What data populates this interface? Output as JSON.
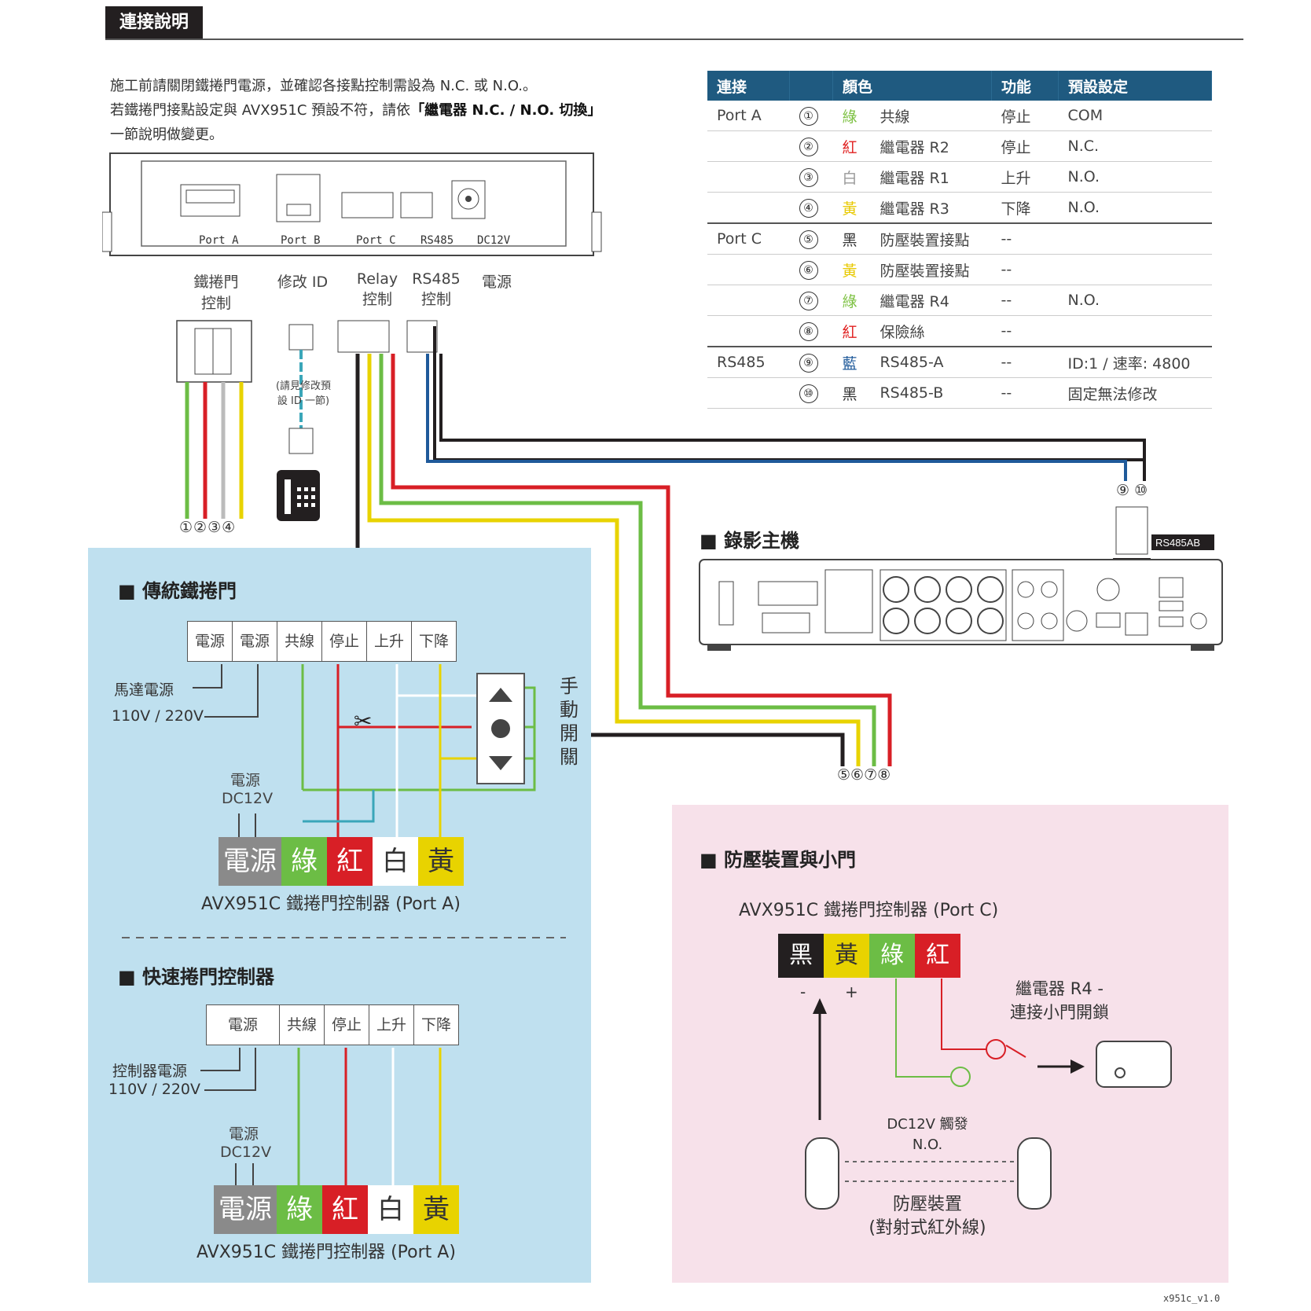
{
  "header": {
    "title": "連接說明"
  },
  "intro": {
    "line1": "施工前請關閉鐵捲門電源，並確認各接點控制需設為 N.C. 或 N.O.。",
    "line2_a": "若鐵捲門接點設定與 AVX951C 預設不符，請依",
    "line2_b": "「繼電器 N.C. / N.O. 切換」",
    "line3": "一節說明做變更。"
  },
  "device": {
    "ports": [
      "Port A",
      "Port B",
      "Port C",
      "RS485",
      "DC12V"
    ],
    "port_desc": [
      "鐵捲門\n控制",
      "修改 ID",
      "Relay\n控制",
      "RS485\n控制",
      "電源"
    ],
    "phone_note": "(請見修改預\n設 ID 一節)",
    "porta_wires": "①②③④",
    "portc_wires": "⑤⑥⑦⑧",
    "rs485_wires": "⑨ ⑩"
  },
  "table": {
    "headers": [
      "連接",
      "顏色",
      "",
      "功能",
      "預設設定"
    ],
    "rows": [
      {
        "port": "Port A",
        "num": "①",
        "color": "綠",
        "color_hex": "#7dc142",
        "func": "共線",
        "act": "停止",
        "def": "COM"
      },
      {
        "port": "",
        "num": "②",
        "color": "紅",
        "color_hex": "#e02020",
        "func": "繼電器 R2",
        "act": "停止",
        "def": "N.C."
      },
      {
        "port": "",
        "num": "③",
        "color": "白",
        "color_hex": "#999999",
        "func": "繼電器 R1",
        "act": "上升",
        "def": "N.O."
      },
      {
        "port": "",
        "num": "④",
        "color": "黃",
        "color_hex": "#e8c900",
        "func": "繼電器 R3",
        "act": "下降",
        "def": "N.O."
      },
      {
        "port": "Port C",
        "num": "⑤",
        "color": "黑",
        "color_hex": "#333333",
        "func": "防壓裝置接點",
        "act": "--",
        "def": ""
      },
      {
        "port": "",
        "num": "⑥",
        "color": "黃",
        "color_hex": "#e8c900",
        "func": "防壓裝置接點",
        "act": "--",
        "def": ""
      },
      {
        "port": "",
        "num": "⑦",
        "color": "綠",
        "color_hex": "#7dc142",
        "func": "繼電器 R4",
        "act": "--",
        "def": "N.O."
      },
      {
        "port": "",
        "num": "⑧",
        "color": "紅",
        "color_hex": "#e02020",
        "func": "保險絲",
        "act": "--",
        "def": ""
      },
      {
        "port": "RS485",
        "num": "⑨",
        "color": "藍",
        "color_hex": "#1f5a9a",
        "func": "RS485-A",
        "act": "--",
        "def": "ID:1 / 速率: 4800"
      },
      {
        "port": "",
        "num": "⑩",
        "color": "黑",
        "color_hex": "#333333",
        "func": "RS485-B",
        "act": "--",
        "def": "固定無法修改"
      }
    ]
  },
  "recorder": {
    "title": "■ 錄影主機",
    "rs485_tag": "RS485AB"
  },
  "traditional": {
    "title": "■ 傳統鐵捲門",
    "boxes": [
      "電源",
      "電源",
      "共線",
      "停止",
      "上升",
      "下降"
    ],
    "motor_power": "馬達電源",
    "voltage": "110V / 220V",
    "manual_switch": "手\n動\n開\n關",
    "dc_label": "電源\nDC12V",
    "terminals": [
      "電源",
      "綠",
      "紅",
      "白",
      "黃"
    ],
    "caption": "AVX951C 鐵捲門控制器 (Port A)"
  },
  "fast": {
    "title": "■ 快速捲門控制器",
    "boxes": [
      "電源",
      "共線",
      "停止",
      "上升",
      "下降"
    ],
    "ctrl_power": "控制器電源",
    "voltage": "110V / 220V",
    "dc_label": "電源\nDC12V",
    "terminals": [
      "電源",
      "綠",
      "紅",
      "白",
      "黃"
    ],
    "caption": "AVX951C 鐵捲門控制器 (Port A)"
  },
  "antipressure": {
    "title": "■ 防壓裝置與小門",
    "caption": "AVX951C 鐵捲門控制器 (Port C)",
    "terminals": [
      "黑",
      "黃",
      "綠",
      "紅"
    ],
    "minus": "-",
    "plus": "+",
    "relay_label": "繼電器 R4 -\n連接小門開鎖",
    "trigger": "DC12V 觸發\nN.O.",
    "device_label": "防壓裝置\n(對射式紅外線)"
  },
  "footer": {
    "version": "x951c_v1.0"
  },
  "colors": {
    "green": "#6cbd45",
    "red": "#d81f26",
    "yellow": "#e8d300",
    "black": "#231f20",
    "blue": "#1f5a9a",
    "gray": "#8a8a8a"
  }
}
